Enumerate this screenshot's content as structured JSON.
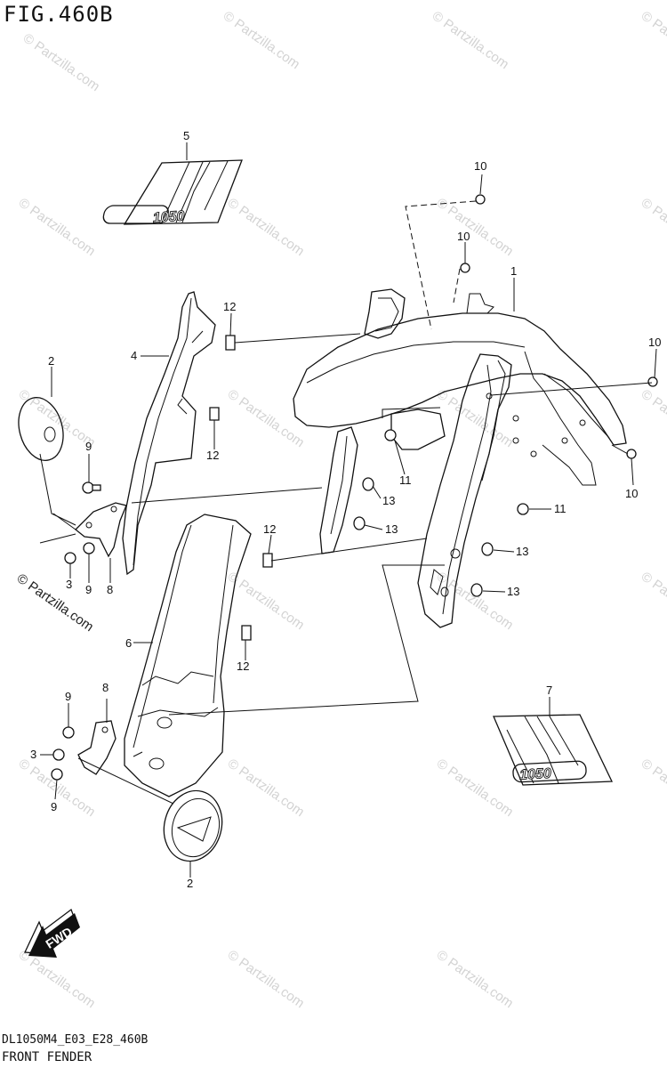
{
  "figure": {
    "title": "FIG.460B",
    "code": "DL1050M4_E03_E28_460B",
    "caption": "FRONT FENDER"
  },
  "decal_text": "1050",
  "fwd_label": "FWD",
  "watermark": "© Partzilla.com",
  "watermark_main": "© Partzilla.com",
  "callouts": {
    "c1": "1",
    "c2a": "2",
    "c2b": "2",
    "c3a": "3",
    "c3b": "3",
    "c4": "4",
    "c5": "5",
    "c6": "6",
    "c7": "7",
    "c8a": "8",
    "c8b": "8",
    "c9a": "9",
    "c9b": "9",
    "c9c": "9",
    "c9d": "9",
    "c10a": "10",
    "c10b": "10",
    "c10c": "10",
    "c10d": "10",
    "c11a": "11",
    "c11b": "11",
    "c12a": "12",
    "c12b": "12",
    "c12c": "12",
    "c12d": "12",
    "c13a": "13",
    "c13b": "13",
    "c13c": "13",
    "c13d": "13"
  }
}
